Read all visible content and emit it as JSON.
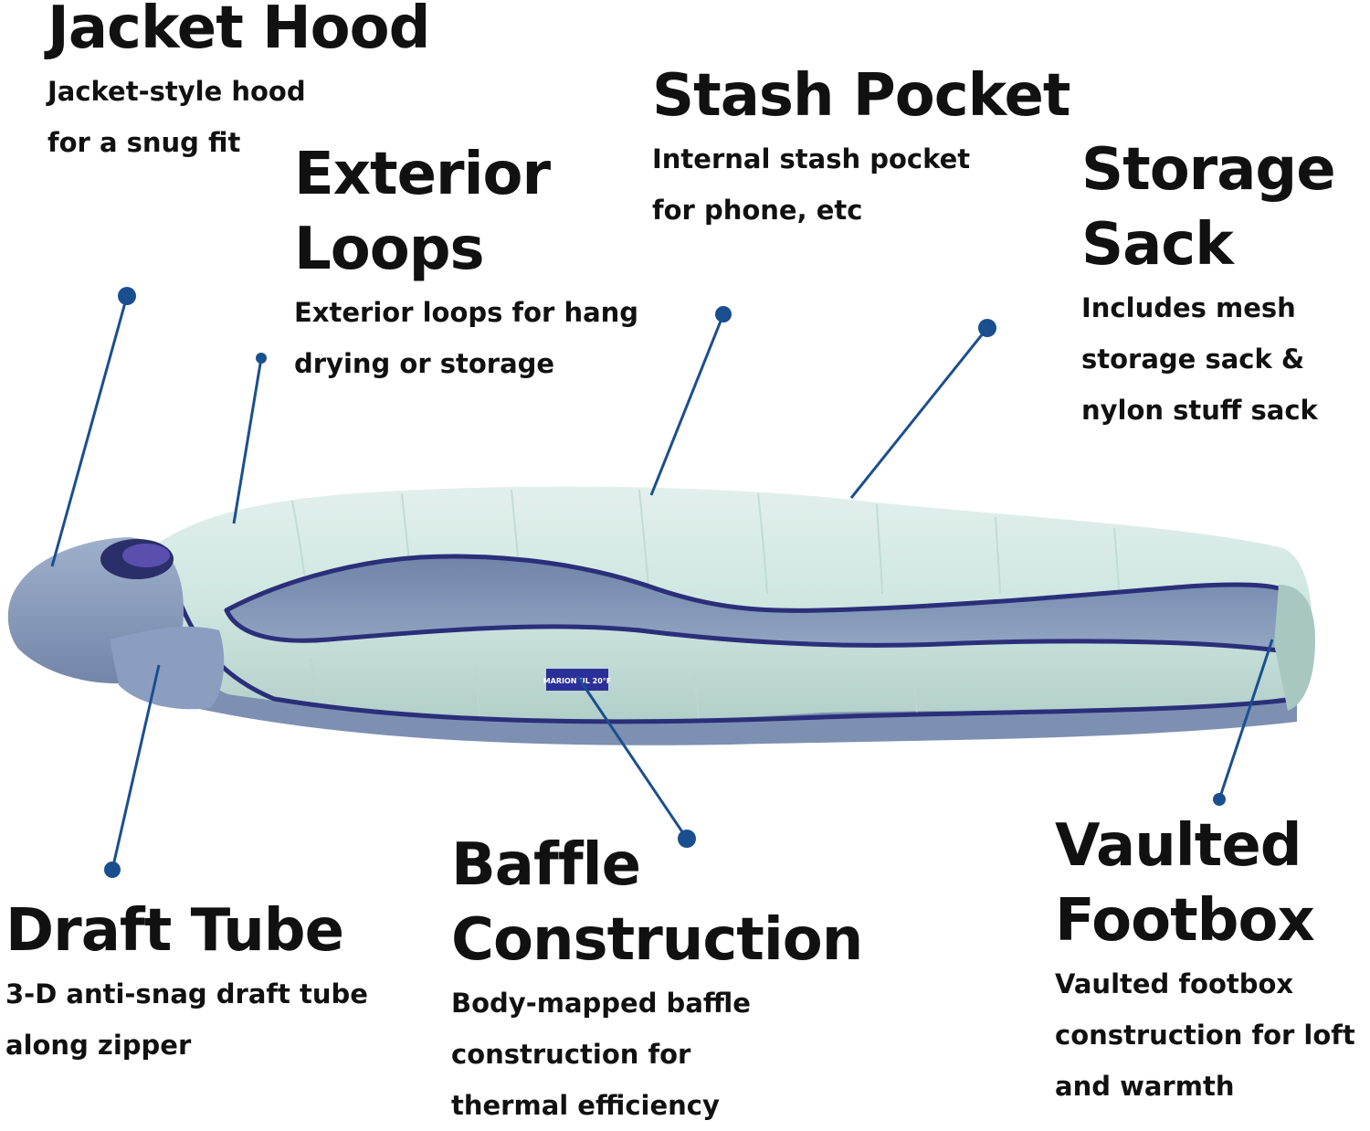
{
  "features": {
    "jacket_hood": {
      "title": "Jacket Hood",
      "line1": "Jacket-style hood",
      "line2": "for a snug fit"
    },
    "exterior_loops": {
      "title1": "Exterior",
      "title2": "Loops",
      "line1": "Exterior loops for hang",
      "line2": "drying or storage"
    },
    "stash_pocket": {
      "title": "Stash Pocket",
      "line1": "Internal stash pocket",
      "line2": "for phone, etc"
    },
    "storage_sack": {
      "title1": "Storage",
      "title2": "Sack",
      "line1": "Includes mesh",
      "line2": "storage sack &",
      "line3": "nylon stuff sack"
    },
    "draft_tube": {
      "title": "Draft Tube",
      "line1": "3-D anti-snag draft tube",
      "line2": "along zipper"
    },
    "baffle_construction": {
      "title1": "Baffle",
      "title2": "Construction",
      "line1": "Body-mapped baffle",
      "line2": "construction for",
      "line3": "thermal efficiency"
    },
    "vaulted_footbox": {
      "title1": "Vaulted",
      "title2": "Footbox",
      "line1": "Vaulted footbox",
      "line2": "construction for loft",
      "line3": "and warmth"
    }
  },
  "label": {
    "text": "MARION UL 20°F"
  },
  "colors": {
    "callout": "#1a4f8f",
    "shell_light": "#cfe6e0",
    "shell_mid": "#b4d2cc",
    "lining": "#8095b5",
    "zipper": "#2b2f7a",
    "text": "#111111"
  }
}
